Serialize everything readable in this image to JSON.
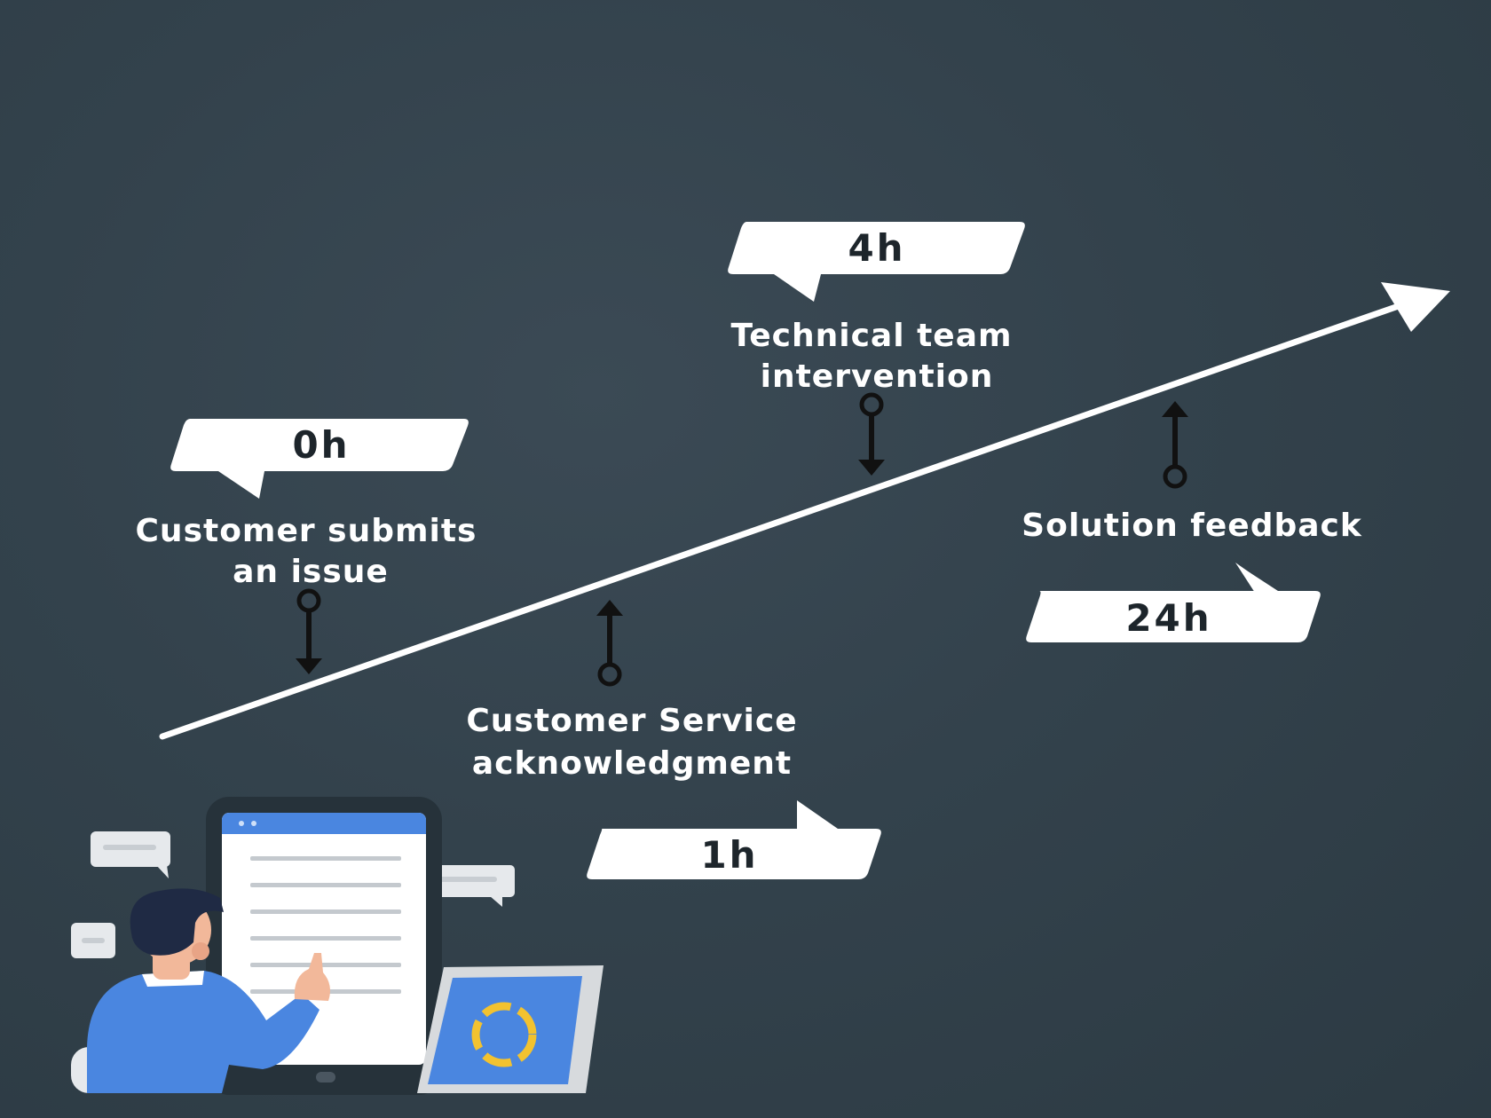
{
  "colors": {
    "background": "#33424c",
    "bubble": "#ffffff",
    "timeline": "#ffffff",
    "marker": "#111111",
    "accent_blue": "#4a86e0",
    "accent_yellow": "#f2c230"
  },
  "milestones": [
    {
      "time": "0h",
      "label_line1": "Customer submits",
      "label_line2": "an issue"
    },
    {
      "time": "1h",
      "label_line1": "Customer Service",
      "label_line2": "acknowledgment"
    },
    {
      "time": "4h",
      "label_line1": "Technical team",
      "label_line2": "intervention"
    },
    {
      "time": "24h",
      "label_line1": "Solution feedback",
      "label_line2": ""
    }
  ],
  "illustration": {
    "subject": "person-using-tablet",
    "icons": [
      "tablet-icon",
      "chat-bubble-icon",
      "laptop-icon",
      "progress-ring-icon"
    ]
  }
}
